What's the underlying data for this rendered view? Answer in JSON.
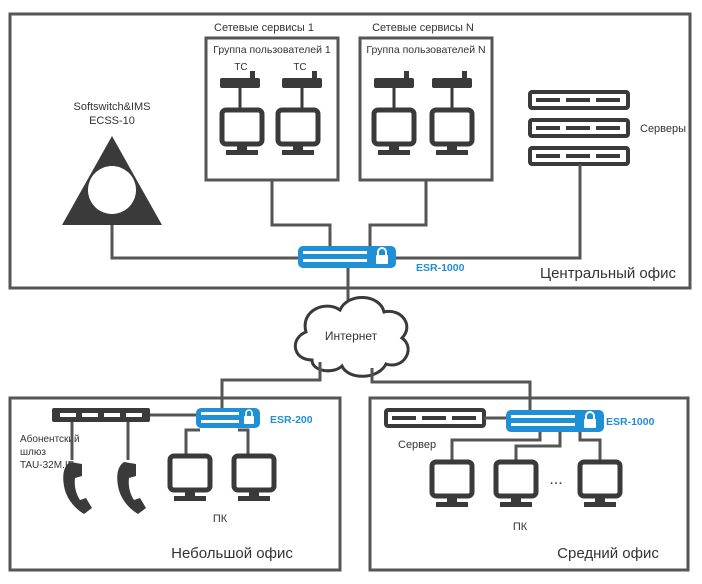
{
  "central_office": {
    "name": "Центральный офис",
    "softswitch_line1": "Softswitch&IMS",
    "softswitch_line2": "ECSS-10",
    "services1_title": "Сетевые сервисы 1",
    "servicesN_title": "Сетевые сервисы N",
    "group1_title": "Группа пользователей 1",
    "groupN_title": "Группа пользователей N",
    "tc_label": "TC",
    "servers_label": "Серверы",
    "router_label": "ESR-1000"
  },
  "internet_label": "Интернет",
  "small_office": {
    "name": "Небольшой офис",
    "gateway_line1": "Абонентский",
    "gateway_line2": "шлюз",
    "gateway_line3": "TAU-32M.IP",
    "router_label": "ESR-200",
    "pc_label": "ПК"
  },
  "medium_office": {
    "name": "Средний офис",
    "server_label": "Сервер",
    "router_label": "ESR-1000",
    "pc_label": "ПК",
    "ellipsis": "..."
  },
  "colors": {
    "accent": "#1f8fd6",
    "device_dark": "#3a3a3a",
    "border": "#555555"
  }
}
